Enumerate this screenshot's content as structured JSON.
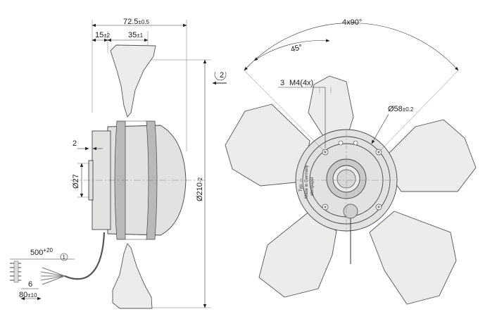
{
  "drawing": {
    "side_view": {
      "overall_width": "72.5",
      "overall_width_tol": "±0.5",
      "hub_offset": "15",
      "hub_offset_tol": "±2",
      "blade_depth": "35",
      "blade_depth_tol": "±1",
      "step": "2",
      "shaft_dia": "Ø27",
      "outer_dia": "Ø210",
      "outer_dia_tol": "-2",
      "cable_length": "500",
      "cable_length_tol": "+20",
      "note_marker": "1",
      "strip_length": "6",
      "lead_length": "80",
      "lead_length_tol": "±10"
    },
    "front_view": {
      "hole_pattern": "4x90°",
      "angle": "45°",
      "thread_marker": "3",
      "thread": "M4(4x)",
      "bolt_circle": "Ø58",
      "bolt_circle_tol": "±0.2",
      "airflow_marker": "2",
      "plate_text_1": "ebmpapst",
      "plate_text_2": "Made in Germany",
      "plate_text_3": "Typ: ---"
    }
  }
}
